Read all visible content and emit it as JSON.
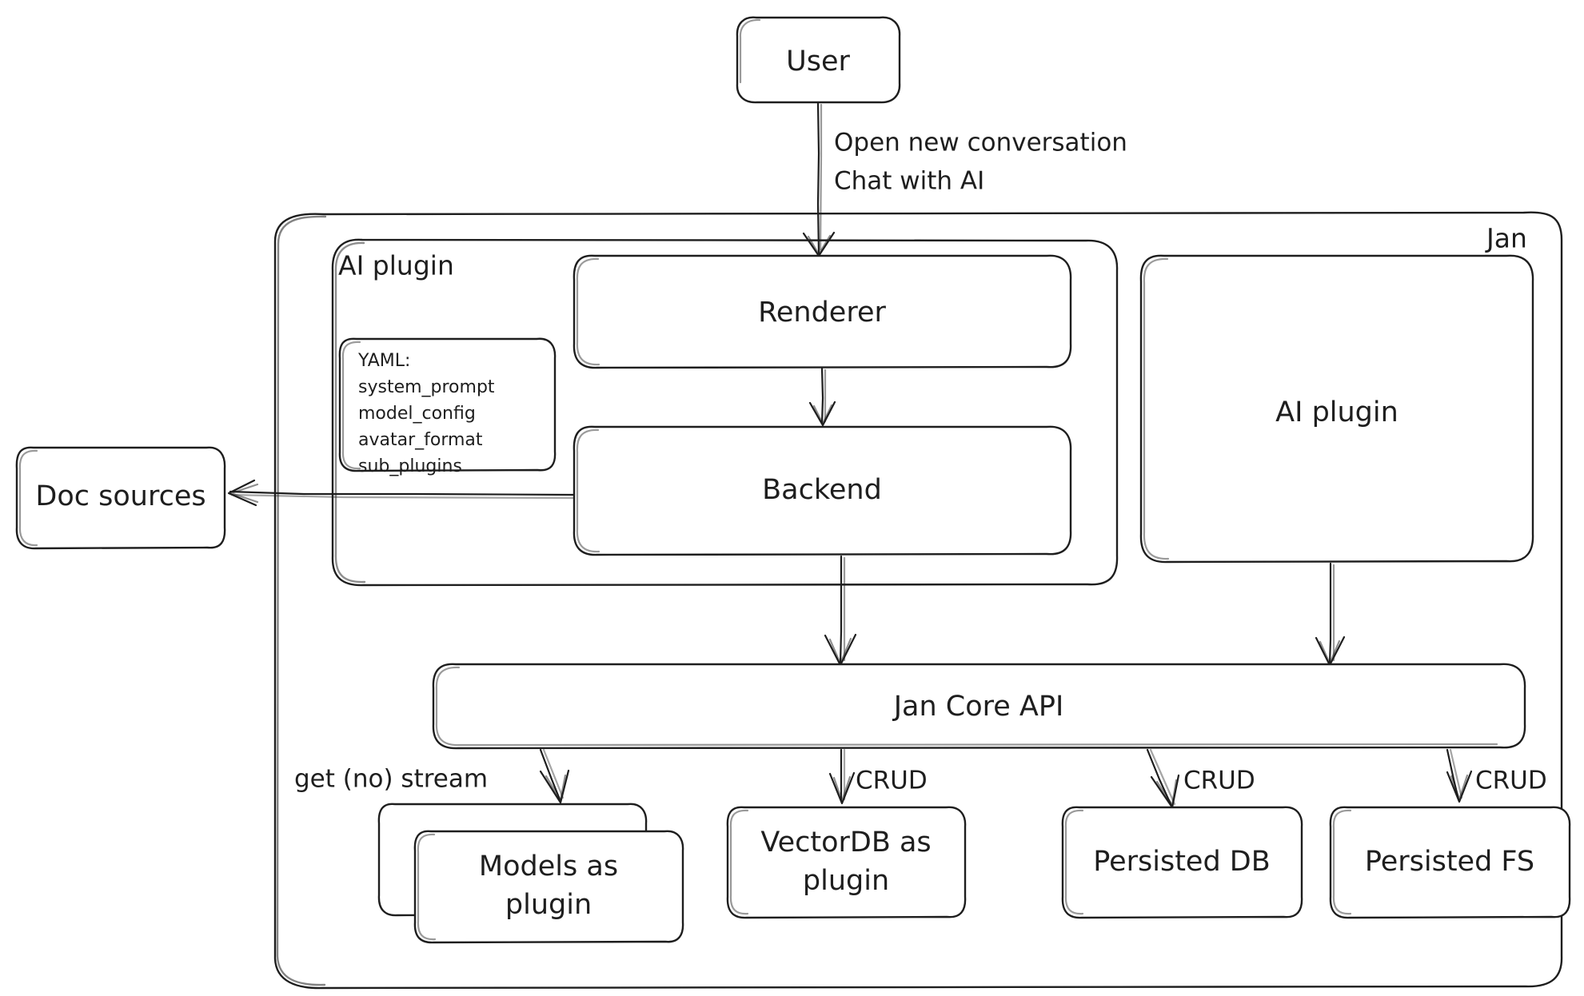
{
  "diagram": {
    "title": "Jan Architecture",
    "style": "hand-drawn",
    "stroke_color": "#1e1e1e",
    "background_color": "#ffffff",
    "nodes": {
      "user": "User",
      "jan_container": "Jan",
      "ai_plugin_group": "AI plugin",
      "renderer": "Renderer",
      "backend": "Backend",
      "ai_plugin_box": "AI plugin",
      "jan_core_api": "Jan Core API",
      "doc_sources": "Doc sources",
      "models_as_plugin": "Models as plugin",
      "vectordb_as_plugin": "VectorDB as plugin",
      "persisted_db": "Persisted DB",
      "persisted_fs": "Persisted FS"
    },
    "yaml_box": {
      "header": "YAML:",
      "items": [
        "system_prompt",
        "model_config",
        "avatar_format",
        "sub_plugins"
      ]
    },
    "edge_labels": {
      "user_to_renderer_line1": "Open new conversation",
      "user_to_renderer_line2": "Chat with AI",
      "core_to_models": "get (no) stream",
      "core_to_vectordb": "CRUD",
      "core_to_persisted_db": "CRUD",
      "core_to_persisted_fs": "CRUD"
    }
  }
}
